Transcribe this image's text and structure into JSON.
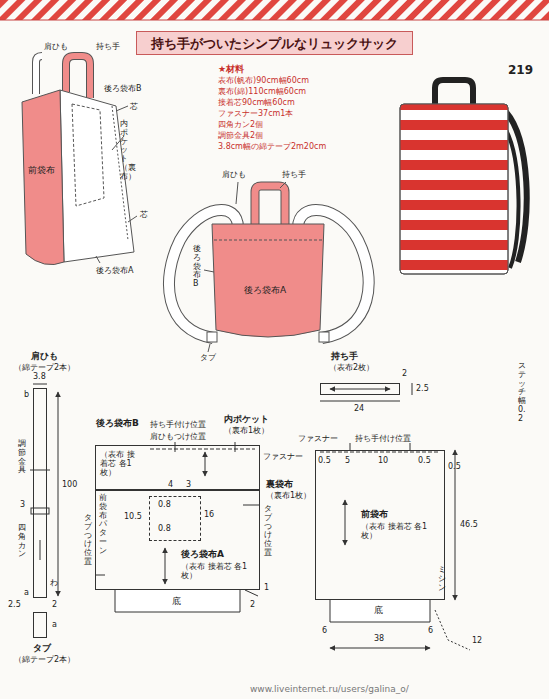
{
  "diagram": {
    "title": "持ち手がついたシンプルなリュックサック",
    "nodes": [
      {
        "text": [
          "肩ひも",
          "（綿テープ2本）"
        ]
      },
      {
        "text": [
          "タブ",
          "（綿テープ2本）"
        ]
      },
      {
        "text": [
          "持ち手",
          "（表布2枚）"
        ]
      },
      {
        "text": [
          "後ろ袋布B",
          "（表布 接着芯 各1枚）"
        ]
      },
      {
        "text": [
          "後ろ袋布A",
          "（表布 接着芯 各1枚）"
        ]
      },
      {
        "text": [
          "内ポケット",
          "（裏布1枚）"
        ],
        "in": 4
      },
      {
        "text": [
          "前袋布",
          "（表布 接着芯 各1枚）",
          "裏袋布",
          "（裏布1枚）"
        ]
      }
    ],
    "labels": [
      "219",
      "★材料",
      "表布(帆布)90cm幅60cm",
      "裏布(綿)110cm幅60cm",
      "接着芯90cm幅60cm",
      "ファスナー37cm1本",
      "四角カン2個",
      "調節金具2個",
      "3.8cm幅の綿テープ2m20cm",
      "肩ひも",
      "持ち手",
      "後ろ袋布B",
      "芯",
      "内ポケット（裏布）",
      "芯",
      "前袋布",
      "後ろ袋布A",
      "肩ひも",
      "持ち手",
      "後ろ袋布B",
      "後ろ袋布A",
      "タブ",
      "3.8",
      "b",
      "100",
      "調節金具",
      "3",
      "四角カン",
      "わ",
      "a",
      "2.5",
      "2",
      "a",
      "2",
      "2.5",
      "24",
      "ステッチ幅0.2",
      "持ち手付け位置",
      "肩ひもつけ位置",
      "ファスナー",
      "前袋布パターン",
      "4",
      "3",
      "0.8",
      "16",
      "10.5",
      "0.8",
      "タブつけ位置",
      "タブつけ位置",
      "底",
      "2",
      "1",
      "ファスナー",
      "持ち手付け位置",
      "0.5",
      "5",
      "10",
      "0.5",
      "0.5",
      "46.5",
      "底",
      "6",
      "38",
      "6",
      "ミシン",
      "12",
      "www.liveinternet.ru/users/galina_o/"
    ]
  }
}
